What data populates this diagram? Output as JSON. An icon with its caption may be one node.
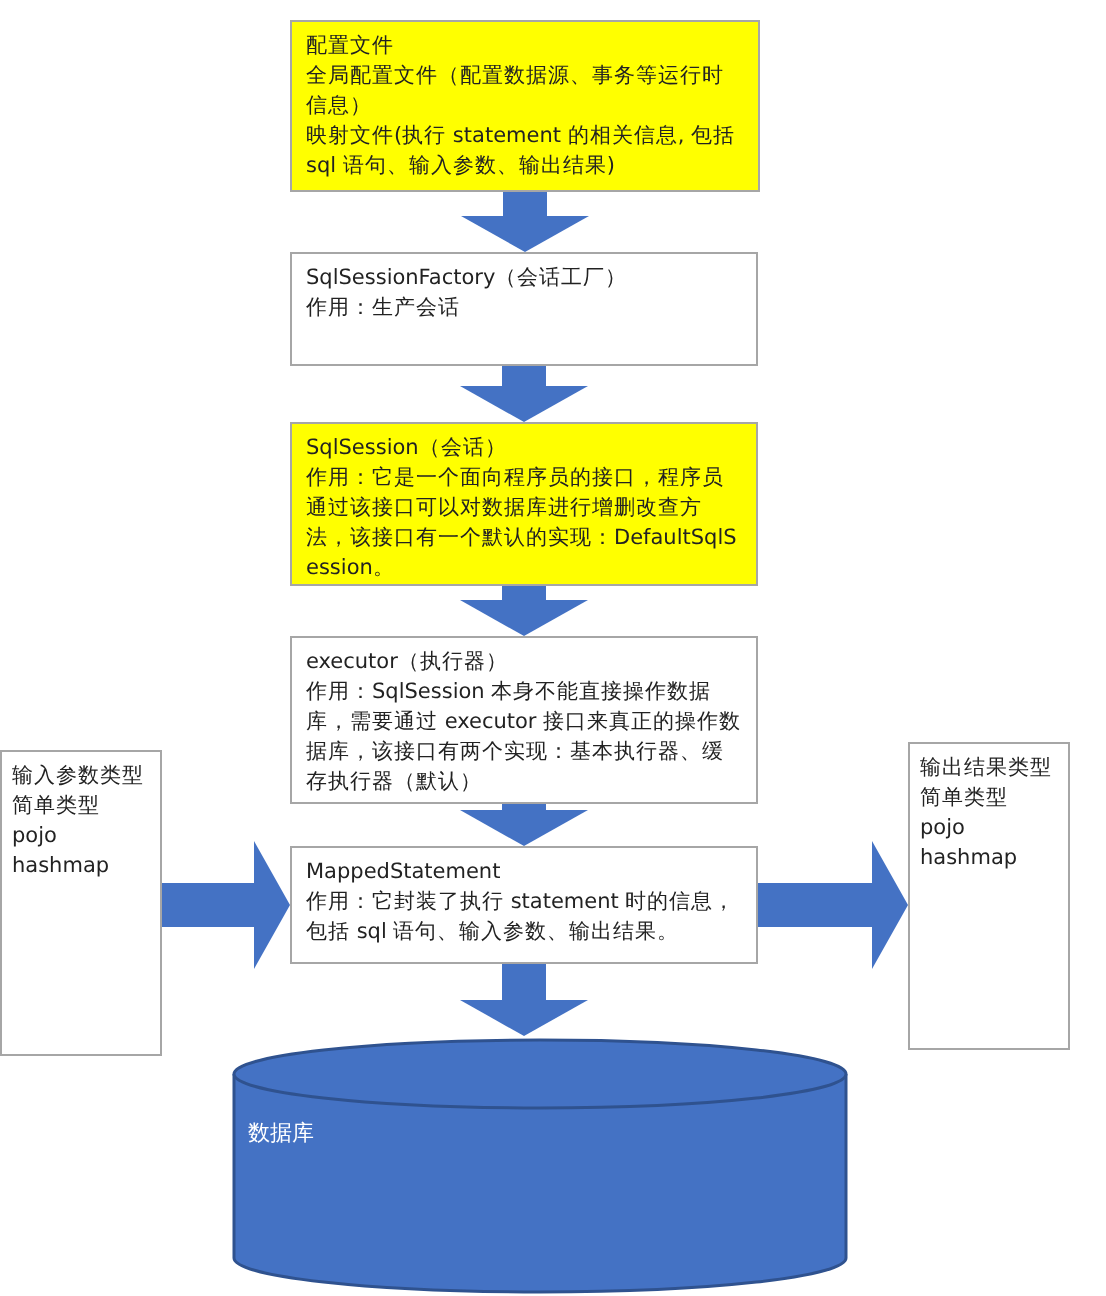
{
  "diagram": {
    "nodes": [
      {
        "text": [
          "配置文件",
          "全局配置文件（配置数据源、事务等运行时信息）",
          "映射文件(执行 statement 的相关信息, 包括 sql 语句、输入参数、输出结果)"
        ]
      },
      {
        "text": [
          "SqlSessionFactory（会话工厂）",
          "作用：生产会话"
        ]
      },
      {
        "text": [
          "SqlSession（会话）",
          "作用：它是一个面向程序员的接口，程序员通过该接口可以对数据库进行增删改查方法，该接口有一个默认的实现：DefaultSqlSession。"
        ]
      },
      {
        "text": [
          "executor（执行器）",
          "作用：SqlSession 本身不能直接操作数据库，需要通过 executor 接口来真正的操作数据库，该接口有两个实现：基本执行器、缓存执行器（默认）"
        ]
      },
      {
        "text": [
          "输入参数类型",
          "简单类型",
          "pojo",
          "hashmap"
        ]
      },
      {
        "text": [
          "MappedStatement",
          "作用：它封装了执行 statement 时的信息，包括 sql 语句、输入参数、输出结果。"
        ]
      },
      {
        "text": [
          "输出结果类型",
          "简单类型",
          "pojo",
          "hashmap"
        ]
      },
      {
        "text": [
          "数据库"
        ]
      }
    ],
    "edges": [
      {
        "from": 0,
        "to": 1,
        "arrow": "to"
      },
      {
        "from": 1,
        "to": 2,
        "arrow": "to"
      },
      {
        "from": 2,
        "to": 3,
        "arrow": "to"
      },
      {
        "from": 3,
        "to": 5,
        "arrow": "to"
      },
      {
        "from": 4,
        "to": 5,
        "arrow": "to"
      },
      {
        "from": 5,
        "to": 6,
        "arrow": "to"
      },
      {
        "from": 5,
        "to": 7,
        "arrow": "to"
      }
    ]
  }
}
